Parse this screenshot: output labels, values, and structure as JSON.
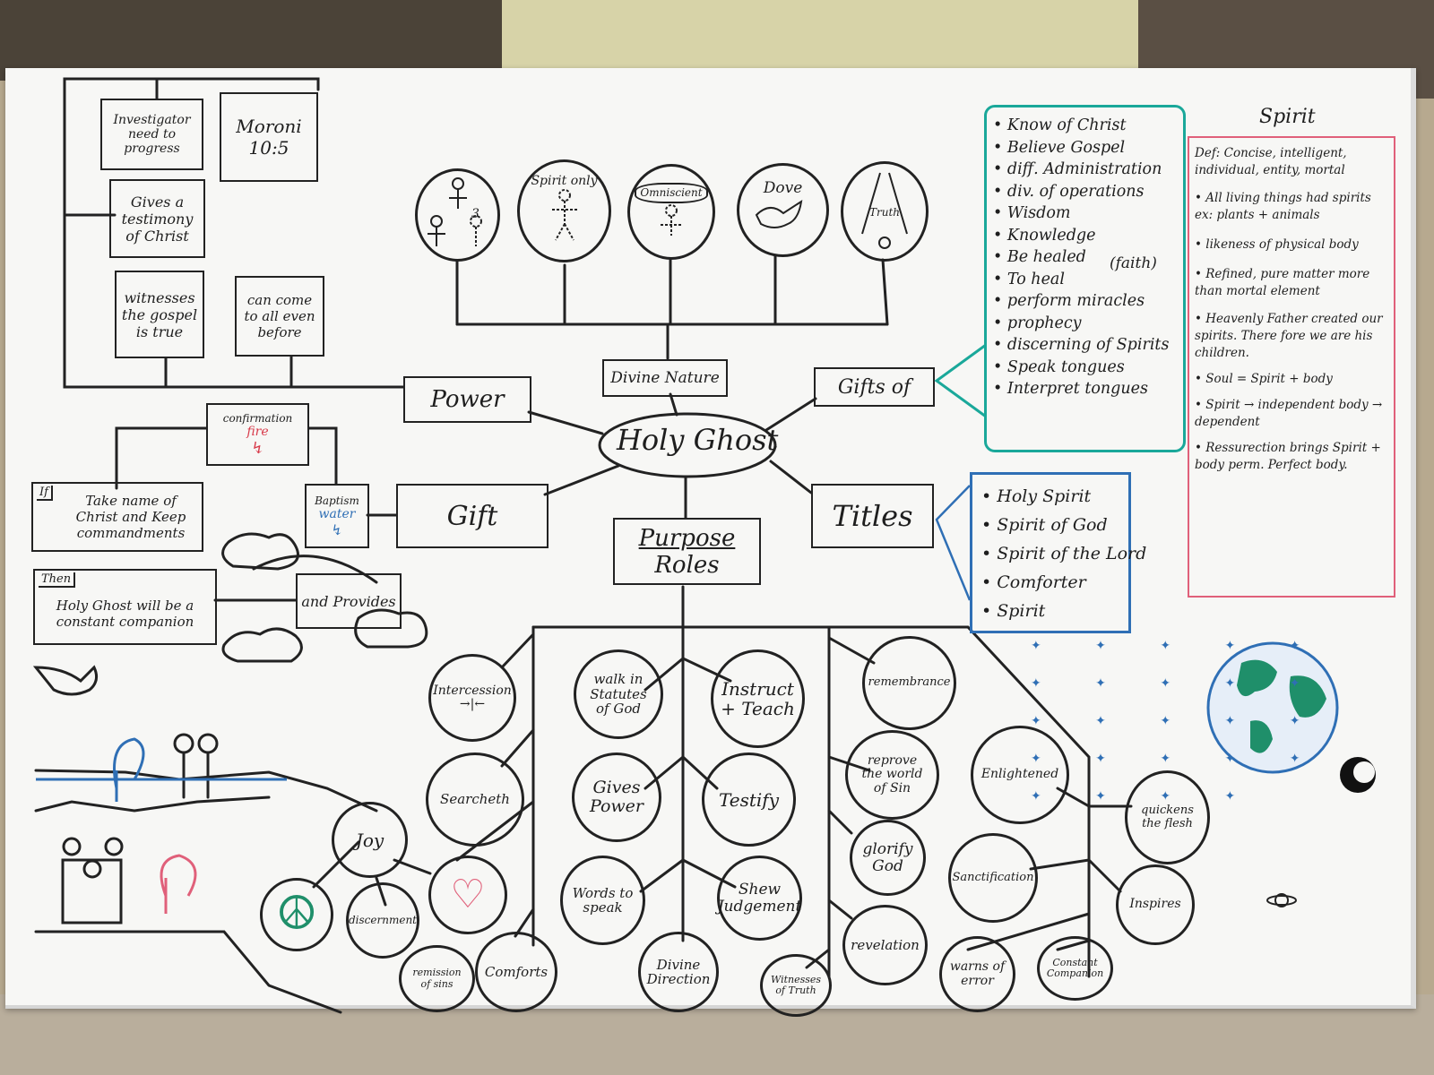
{
  "center": "Holy Ghost",
  "branches": {
    "divine_nature": "Divine Nature",
    "gifts_of": "Gifts of",
    "power": "Power",
    "gift": "Gift",
    "titles": "Titles",
    "purpose_roles_1": "Purpose",
    "purpose_roles_2": "Roles"
  },
  "nature_icons": {
    "spirit_only": "Spirit only",
    "omniscient": "Omniscient",
    "dove": "Dove",
    "truth": "Truth",
    "count_3": "3"
  },
  "power_boxes": {
    "investigator": "Investigator need to progress",
    "moroni": "Moroni 10:5",
    "testimony": "Gives a testimony of Christ",
    "witnesses": "witnesses the gospel is true",
    "can_come": "can come to all even before"
  },
  "gift_boxes": {
    "confirmation": "confirmation",
    "fire": "fire",
    "baptism": "Baptism",
    "water": "water",
    "if_label": "If",
    "if_text": "Take name of Christ and Keep commandments",
    "then_label": "Then",
    "then_text": "Holy Ghost will be a constant companion",
    "and_provides": "and Provides"
  },
  "gifts_list": [
    "Know of Christ",
    "Believe Gospel",
    "diff. Administration",
    "div. of operations",
    "Wisdom",
    "Knowledge",
    "Be healed",
    "To heal",
    "perform miracles",
    "prophecy",
    "discerning of Spirits",
    "Speak tongues",
    "Interpret tongues"
  ],
  "faith_note": "(faith)",
  "titles_list": [
    "Holy Spirit",
    "Spirit of God",
    "Spirit of the Lord",
    "Comforter",
    "Spirit"
  ],
  "spirit_panel": {
    "title": "Spirit",
    "notes": [
      "Def: Concise, intelligent, individual, entity, mortal",
      "• All living things had spirits ex: plants + animals",
      "• likeness of physical body",
      "• Refined, pure matter more than mortal element",
      "• Heavenly Father created our spirits. There fore we are his children.",
      "• Soul = Spirit + body",
      "• Spirit → independent body → dependent",
      "• Ressurection brings Spirit + body perm. Perfect body."
    ]
  },
  "roles": {
    "intercession": "Intercession",
    "walk": "walk in Statutes of God",
    "instruct": "Instruct + Teach",
    "remembrance": "remembrance",
    "searcheth": "Searcheth",
    "gives_power": "Gives Power",
    "testify": "Testify",
    "reprove": "reprove the world of Sin",
    "enlightened": "Enlightened",
    "quickens": "quickens the flesh",
    "joy": "Joy",
    "glorify": "glorify God",
    "sanctification": "Sanctification",
    "words": "Words to speak",
    "shew": "Shew Judgement",
    "inspires": "Inspires",
    "discernment": "discernment",
    "revelation": "revelation",
    "remission": "remission of sins",
    "comforts": "Comforts",
    "divine_direction": "Divine Direction",
    "witnesses_truth": "Witnesses of Truth",
    "warns": "warns of error",
    "constant": "Constant Companion"
  },
  "colors": {
    "ink": "#1e1e1e",
    "teal": "#1aa89a",
    "blue": "#2f6fb5",
    "pink": "#e0607a",
    "red": "#d83a4a",
    "green": "#1f8f6a"
  },
  "icons": [
    "peace-icon",
    "heart-icon",
    "dove-icon",
    "earth-icon",
    "moon-icon",
    "saturn-icon"
  ]
}
